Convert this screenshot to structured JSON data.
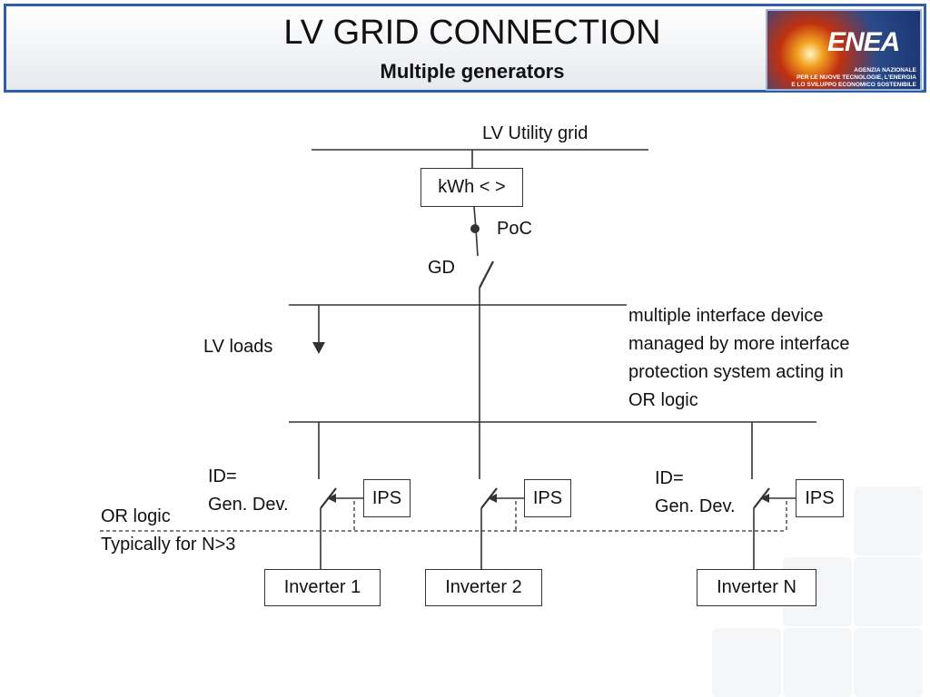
{
  "header": {
    "title": "LV GRID CONNECTION",
    "subtitle": "Multiple generators",
    "logo": {
      "name": "ENEA",
      "tagline": "AGENZIA NAZIONALE\nPER LE NUOVE TECNOLOGIE, L'ENERGIA\nE LO SVILUPPO ECONOMICO SOSTENIBILE"
    }
  },
  "diagram": {
    "utility_grid": "LV Utility grid",
    "meter": "kWh < >",
    "poc": "PoC",
    "gd": "GD",
    "loads": "LV loads",
    "note": [
      "multiple  interface device",
      "managed by more interface",
      "protection system acting in",
      "OR logic"
    ],
    "id_label_1": [
      "ID=",
      "Gen. Dev."
    ],
    "id_label_2": [
      "ID=",
      "Gen. Dev."
    ],
    "or_logic": [
      "OR logic",
      "Typically for N>3"
    ],
    "ips_1": "IPS",
    "ips_2": "IPS",
    "ips_3": "IPS",
    "inverter_1": "Inverter 1",
    "inverter_2": "Inverter 2",
    "inverter_n": "Inverter N"
  }
}
